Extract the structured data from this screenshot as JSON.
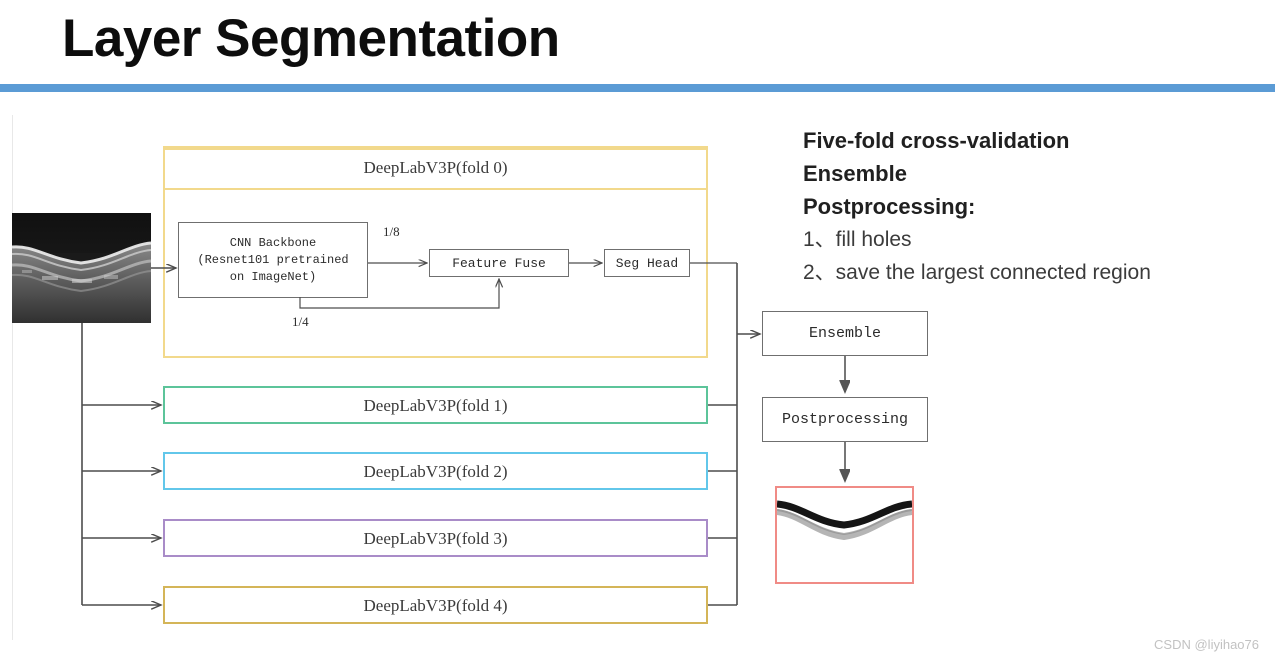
{
  "slide": {
    "title": "Layer Segmentation",
    "accent_color": "#5b9bd5",
    "background": "#ffffff"
  },
  "notes": {
    "headings": [
      "Five-fold cross-validation",
      "Ensemble",
      "Postprocessing:"
    ],
    "items": [
      "1、fill holes",
      "2、save the largest connected region"
    ]
  },
  "diagram": {
    "input_image": {
      "name": "oct-b-scan",
      "description": "grayscale OCT retinal B-scan"
    },
    "fold0": {
      "title": "DeepLabV3P(fold 0)",
      "border_color": "#f2d98c",
      "inner": {
        "backbone_line1": "CNN Backbone",
        "backbone_line2": "(Resnet101 pretrained",
        "backbone_line3": "on ImageNet)",
        "feature_fuse": "Feature Fuse",
        "seg_head": "Seg Head",
        "stride_high": "1/8",
        "stride_low": "1/4"
      }
    },
    "folds": [
      {
        "title": "DeepLabV3P(fold 1)",
        "border_color": "#5cc49a"
      },
      {
        "title": "DeepLabV3P(fold 2)",
        "border_color": "#62c7ea"
      },
      {
        "title": "DeepLabV3P(fold 3)",
        "border_color": "#a98cc8"
      },
      {
        "title": "DeepLabV3P(fold 4)",
        "border_color": "#d6b council"
      }
    ],
    "folds_fixed": [
      {
        "title": "DeepLabV3P(fold 1)",
        "border_color": "#5cc49a"
      },
      {
        "title": "DeepLabV3P(fold 2)",
        "border_color": "#62c7ea"
      },
      {
        "title": "DeepLabV3P(fold 3)",
        "border_color": "#a98cc8"
      },
      {
        "title": "DeepLabV3P(fold 4)",
        "border_color": "#d4b558"
      }
    ],
    "ensemble": {
      "label": "Ensemble"
    },
    "postprocessing": {
      "label": "Postprocessing"
    },
    "result_image": {
      "name": "segmentation-result",
      "border_color": "#f08b86",
      "description": "segmented retinal layer bands"
    }
  },
  "watermark": "CSDN @liyihao76"
}
